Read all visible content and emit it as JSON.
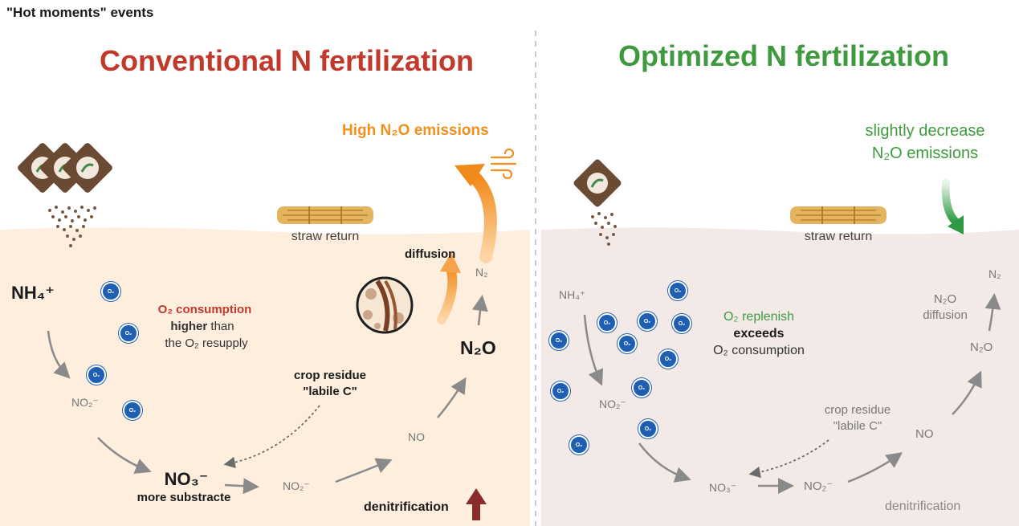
{
  "header": {
    "events_title": "\"Hot moments\" events"
  },
  "left": {
    "title": "Conventional N fertilization",
    "emission_label": "High N₂O emissions",
    "straw": "straw return",
    "diffusion": "diffusion",
    "n2": "N₂",
    "nh4": "NH₄⁺",
    "o2_consumption": "O₂ consumption",
    "higher": "higher",
    "than": " than",
    "resupply": "the O₂ resupply",
    "n2o": "N₂O",
    "crop_residue": "crop residue",
    "labile_c": "\"labile C\"",
    "no2_a": "NO₂⁻",
    "no3": "NO₃⁻",
    "more_substrate": "more substracte",
    "no2_b": "NO₂⁻",
    "no": "NO",
    "denitrification": "denitrification"
  },
  "right": {
    "title": "Optimized N fertilization",
    "emission_line1": "slightly decrease",
    "emission_line2": "N₂O emissions",
    "straw": "straw return",
    "n2": "N₂",
    "n2o_diffusion_1": "N₂O",
    "n2o_diffusion_2": "diffusion",
    "nh4": "NH₄⁺",
    "o2_replenish": "O₂ replenish",
    "exceeds": "exceeds",
    "o2_consumption": "O₂ consumption",
    "n2o": "N₂O",
    "no2_a": "NO₂⁻",
    "crop_residue": "crop residue",
    "labile_c": "\"labile C\"",
    "no": "NO",
    "no3": "NO₃⁻",
    "no2_b": "NO₂⁻",
    "denitrification": "denitrification"
  },
  "o2_label": "O₂",
  "colors": {
    "left_title": "#c0392b",
    "right_title": "#3f9a3f",
    "orange": "#f0901e",
    "left_soil": "#fdeedd",
    "right_soil": "#f3eae7",
    "arrow_gray": "#8a8a8a",
    "o2_blue": "#1e5fb4",
    "dark_red": "#8b2c2c"
  }
}
